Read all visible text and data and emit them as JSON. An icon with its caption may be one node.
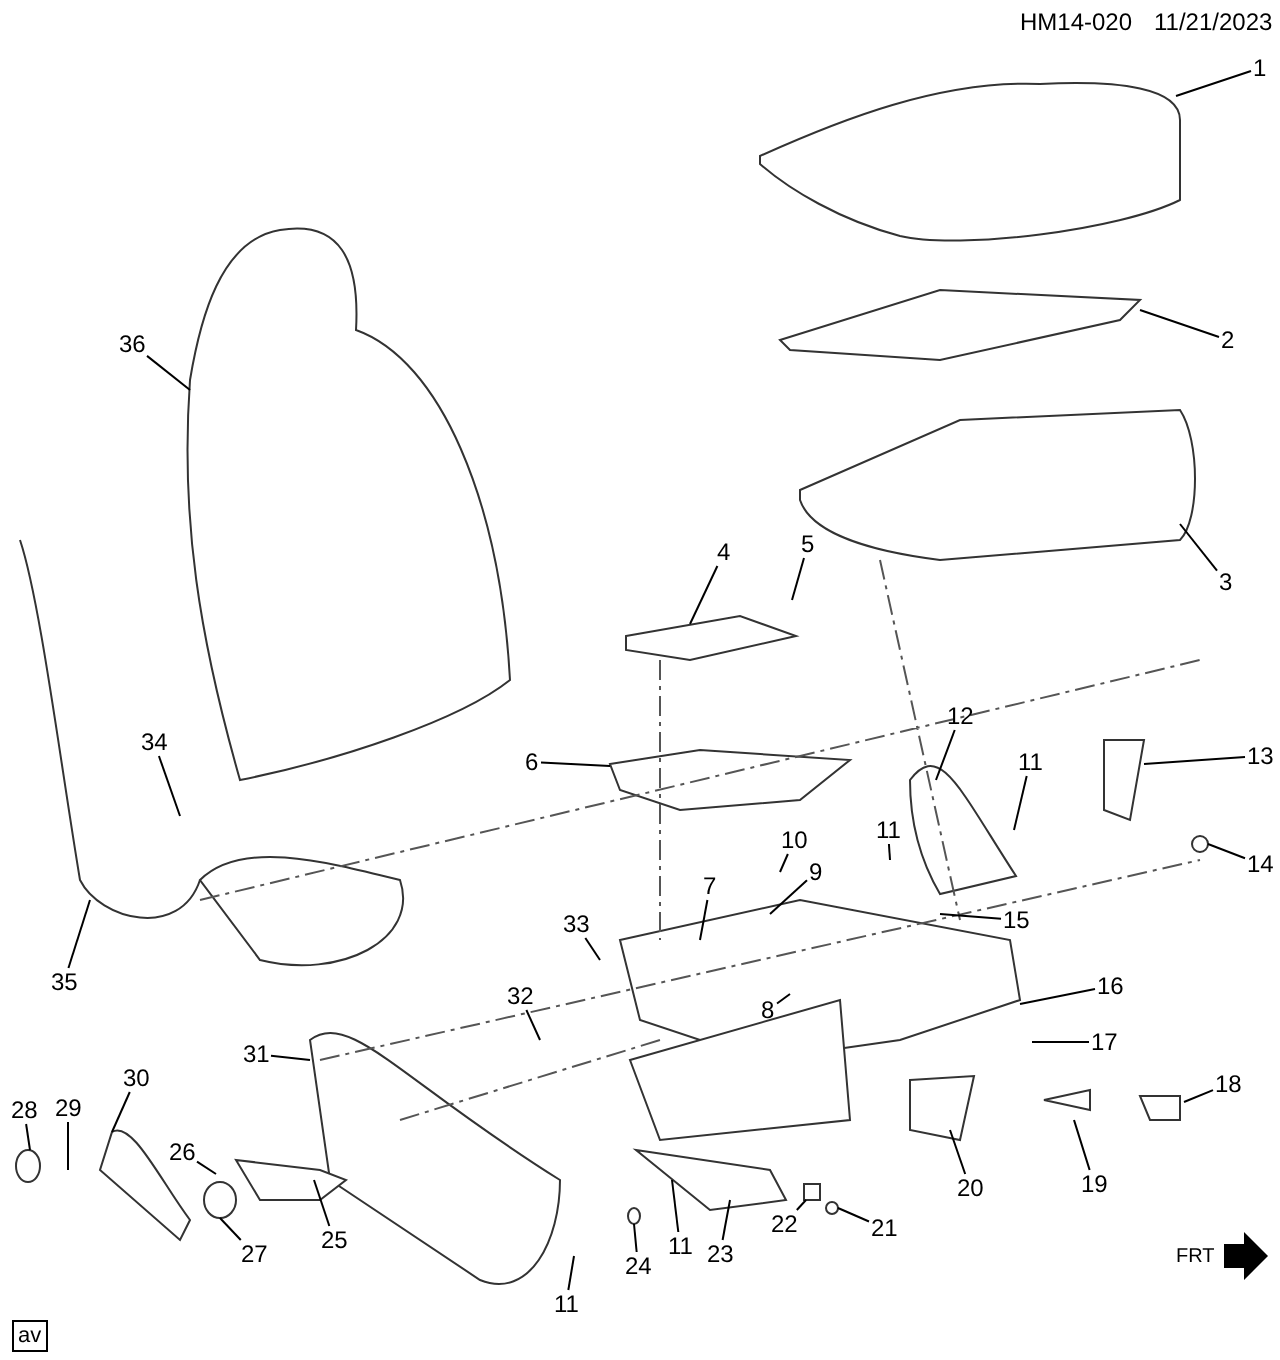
{
  "diagram": {
    "nodes": [
      {
        "text": [
          "1"
        ]
      },
      {
        "text": [
          "36"
        ]
      },
      {
        "text": [
          "2"
        ]
      },
      {
        "text": [
          "3"
        ]
      },
      {
        "text": [
          "4"
        ]
      },
      {
        "text": [
          "5"
        ]
      },
      {
        "text": [
          "6"
        ]
      },
      {
        "text": [
          "12"
        ]
      },
      {
        "text": [
          "11"
        ]
      },
      {
        "text": [
          "13"
        ]
      },
      {
        "text": [
          "34"
        ]
      },
      {
        "text": [
          "10"
        ]
      },
      {
        "text": [
          "11"
        ]
      },
      {
        "text": [
          "9"
        ]
      },
      {
        "text": [
          "14"
        ]
      },
      {
        "text": [
          "15"
        ]
      },
      {
        "text": [
          "7"
        ]
      },
      {
        "text": [
          "33"
        ]
      },
      {
        "text": [
          "35"
        ]
      },
      {
        "text": [
          "8"
        ]
      },
      {
        "text": [
          "16"
        ]
      },
      {
        "text": [
          "32"
        ]
      },
      {
        "text": [
          "17"
        ]
      },
      {
        "text": [
          "31"
        ]
      },
      {
        "text": [
          "30"
        ]
      },
      {
        "text": [
          "18"
        ]
      },
      {
        "text": [
          "28"
        ]
      },
      {
        "text": [
          "29"
        ]
      },
      {
        "text": [
          "26"
        ]
      },
      {
        "text": [
          "20"
        ]
      },
      {
        "text": [
          "19"
        ]
      },
      {
        "text": [
          "22"
        ]
      },
      {
        "text": [
          "21"
        ]
      },
      {
        "text": [
          "27"
        ]
      },
      {
        "text": [
          "25"
        ]
      },
      {
        "text": [
          "11"
        ]
      },
      {
        "text": [
          "24"
        ]
      },
      {
        "text": [
          "11"
        ]
      },
      {
        "text": [
          "23"
        ]
      },
      {
        "text": [],
        "shape": "picture"
      },
      {
        "text": [],
        "shape": "circle"
      },
      {
        "text": [],
        "shape": "circle"
      },
      {
        "text": [],
        "shape": "circle"
      }
    ],
    "edges": [
      {
        "from": 0,
        "to": null,
        "arrow": "none"
      },
      {
        "from": 1,
        "to": null,
        "arrow": "none"
      },
      {
        "from": 2,
        "to": null,
        "arrow": "none"
      },
      {
        "from": 3,
        "to": null,
        "arrow": "none"
      },
      {
        "from": 4,
        "to": null,
        "arrow": "none"
      },
      {
        "from": 5,
        "to": null,
        "arrow": "none"
      },
      {
        "from": 6,
        "to": null,
        "arrow": "none"
      },
      {
        "from": 7,
        "to": null,
        "arrow": "none"
      },
      {
        "from": 8,
        "to": null,
        "arrow": "none"
      },
      {
        "from": 9,
        "to": null,
        "arrow": "none"
      },
      {
        "from": 10,
        "to": null,
        "arrow": "none"
      },
      {
        "from": 11,
        "to": null,
        "arrow": "none"
      },
      {
        "from": 12,
        "to": null,
        "arrow": "none"
      },
      {
        "from": 13,
        "to": null,
        "arrow": "none"
      },
      {
        "from": 14,
        "to": null,
        "arrow": "none"
      },
      {
        "from": 15,
        "to": null,
        "arrow": "none"
      },
      {
        "from": 16,
        "to": null,
        "arrow": "none"
      },
      {
        "from": 17,
        "to": null,
        "arrow": "none"
      },
      {
        "from": 18,
        "to": null,
        "arrow": "none"
      },
      {
        "from": 19,
        "to": null,
        "arrow": "none"
      },
      {
        "from": 20,
        "to": null,
        "arrow": "none"
      },
      {
        "from": 21,
        "to": null,
        "arrow": "none"
      },
      {
        "from": 22,
        "to": null,
        "arrow": "none"
      },
      {
        "from": 23,
        "to": null,
        "arrow": "none"
      },
      {
        "from": 24,
        "to": 39,
        "arrow": "none"
      },
      {
        "from": 25,
        "to": null,
        "arrow": "none"
      },
      {
        "from": 26,
        "to": null,
        "arrow": "none"
      },
      {
        "from": 27,
        "to": null,
        "arrow": "none"
      },
      {
        "from": 28,
        "to": null,
        "arrow": "none"
      },
      {
        "from": 29,
        "to": null,
        "arrow": "none"
      },
      {
        "from": 30,
        "to": null,
        "arrow": "none"
      },
      {
        "from": 31,
        "to": null,
        "arrow": "none"
      },
      {
        "from": 32,
        "to": 42,
        "arrow": "none"
      },
      {
        "from": 33,
        "to": 40,
        "arrow": "none"
      },
      {
        "from": 34,
        "to": null,
        "arrow": "none"
      },
      {
        "from": 35,
        "to": null,
        "arrow": "none"
      },
      {
        "from": 36,
        "to": 41,
        "arrow": "none"
      },
      {
        "from": 37,
        "to": null,
        "arrow": "none"
      },
      {
        "from": 38,
        "to": null,
        "arrow": "none"
      }
    ],
    "labels": [
      "HM14-020",
      "11/21/2023",
      "FRT",
      "av"
    ]
  }
}
